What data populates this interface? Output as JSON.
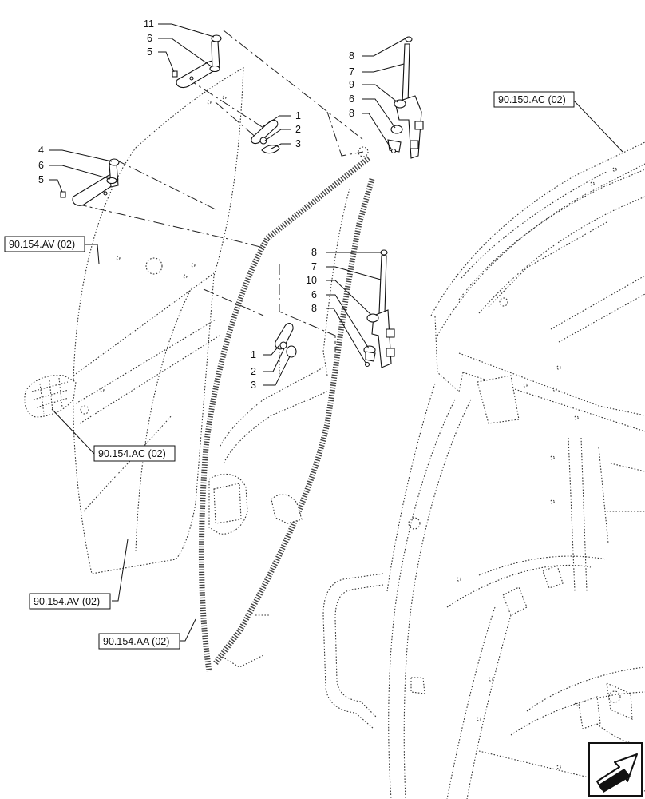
{
  "part_numbers": {
    "top_left_hinge": [
      "11",
      "6",
      "5"
    ],
    "upper_bracket": [
      "1",
      "2",
      "3"
    ],
    "left_hinge": [
      "4",
      "6",
      "5"
    ],
    "upper_pin_group": [
      "8",
      "7",
      "9",
      "6",
      "8"
    ],
    "lower_bracket": [
      "1",
      "2",
      "3"
    ],
    "lower_pin_group": [
      "8",
      "7",
      "10",
      "6",
      "8"
    ]
  },
  "references": {
    "cab_frame": "90.150.AC (02)",
    "door_panel_upper": "90.154.AV (02)",
    "door_handle": "90.154.AC (02)",
    "door_panel_lower": "90.154.AV (02)",
    "door_frame": "90.154.AA (02)"
  },
  "nav_icon": "arrow-down-left-icon"
}
